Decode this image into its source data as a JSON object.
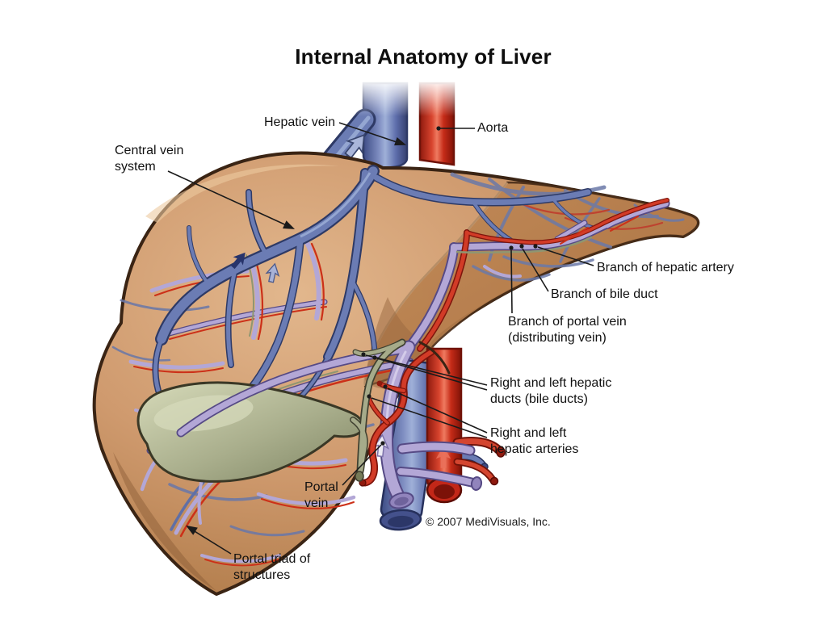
{
  "title": "Internal Anatomy of Liver",
  "copyright": "© 2007 MediVisuals, Inc.",
  "labels": {
    "hepatic_vein": {
      "text": "Hepatic vein"
    },
    "aorta": {
      "text": "Aorta"
    },
    "central_vein_system": {
      "line1": "Central vein",
      "line2": "system"
    },
    "branch_hepatic_artery": {
      "text": "Branch of hepatic artery"
    },
    "branch_bile_duct": {
      "text": "Branch of bile duct"
    },
    "branch_portal_vein": {
      "line1": "Branch of portal vein",
      "line2": "(distributing vein)"
    },
    "hepatic_ducts": {
      "line1": "Right and left hepatic",
      "line2": "ducts (bile ducts)"
    },
    "hepatic_arteries": {
      "line1": "Right and left",
      "line2": "hepatic arteries"
    },
    "portal_vein": {
      "line1": "Portal",
      "line2": "vein"
    },
    "portal_triad": {
      "line1": "Portal triad of",
      "line2": "structures"
    }
  },
  "colors": {
    "background": "#ffffff",
    "liver_tan": "#cf9a6e",
    "liver_light": "#e2b78d",
    "liver_dark": "#996341",
    "outline_brown": "#3a2414",
    "vein_blue": "#6b7cb4",
    "artery_red": "#d23b27",
    "portal_lavender": "#b3a7d6",
    "bile_olive": "#a6ab8a",
    "label_text": "#111111",
    "leader_line": "#1a1a1a"
  }
}
